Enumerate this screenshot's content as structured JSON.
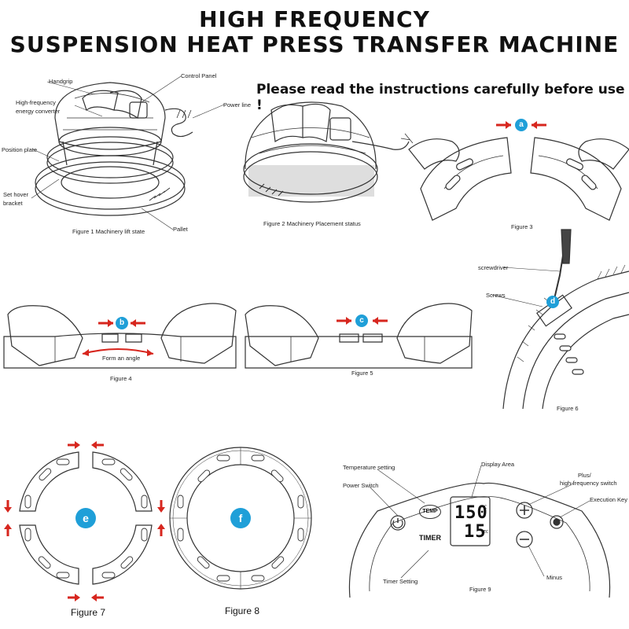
{
  "title": {
    "line1": "HIGH FREQUENCY",
    "line2": "SUSPENSION HEAT PRESS TRANSFER MACHINE"
  },
  "instruction": "Please read the instructions carefully before use !",
  "figure1": {
    "caption": "Figure 1    Machinery   lift   state",
    "labels": {
      "handgrip": "Handgrip",
      "control_panel": "Control Panel",
      "hf_converter_1": "High-frequency",
      "hf_converter_2": "energy converter",
      "power_line": "Power line",
      "position_plate": "Position plate",
      "hover_bracket_1": "Set hover",
      "hover_bracket_2": "bracket",
      "pallet": "Pallet"
    }
  },
  "figure2": {
    "caption": "Figure 2    Machinery Placement status"
  },
  "figure3": {
    "caption": "Figure 3",
    "badge": "a"
  },
  "figure4": {
    "caption": "Figure 4",
    "badge": "b",
    "annotation": "Form an angle"
  },
  "figure5": {
    "caption": "Figure 5",
    "badge": "c"
  },
  "figure6": {
    "caption": "Figure 6",
    "badge": "d",
    "labels": {
      "screwdriver": "screwdriver",
      "screws": "Screws"
    }
  },
  "figure7": {
    "caption": "Figure 7",
    "badge": "e"
  },
  "figure8": {
    "caption": "Figure 8",
    "badge": "f"
  },
  "figure9": {
    "caption": "Figure 9",
    "labels": {
      "temperature_setting": "Temperature   setting",
      "display_area": "Display Area",
      "power_switch": "Power Switch",
      "plus_1": "Plus/",
      "plus_2": "high-frequency switch",
      "execution_key": "Execution Key",
      "timer_setting": "Timer Setting",
      "minus": "Minus"
    },
    "buttons": {
      "temp": "TEMP",
      "timer": "TIMER"
    },
    "display": {
      "temp_value": "150",
      "temp_unit": "°C",
      "time_value": "15",
      "time_unit": "SEC"
    }
  },
  "colors": {
    "arrow_red": "#d7261e",
    "badge_blue": "#1f9fd8",
    "line": "#333333"
  }
}
